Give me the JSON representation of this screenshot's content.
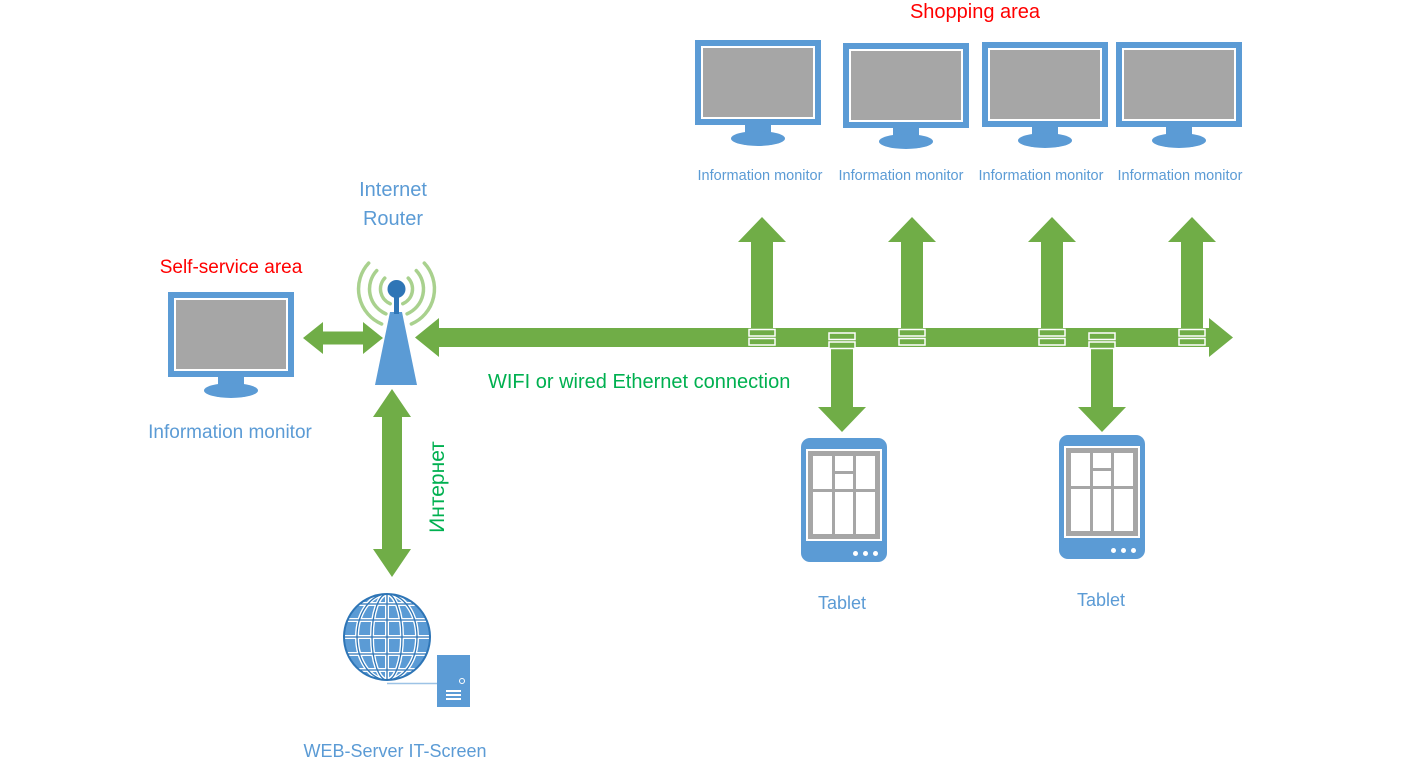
{
  "colors": {
    "device_blue": "#5B9BD5",
    "dark_blue": "#2E75B6",
    "arrow_green": "#70AD47",
    "signal_light_green": "#A9D18E",
    "label_green": "#00B050",
    "area_red": "#FF0000",
    "screen_gray": "#A6A6A6"
  },
  "shopping_area": {
    "title": "Shopping area",
    "monitors": [
      {
        "label": "Information monitor"
      },
      {
        "label": "Information monitor"
      },
      {
        "label": "Information monitor"
      },
      {
        "label": "Information monitor"
      }
    ]
  },
  "self_service_area": {
    "title": "Self-service area",
    "monitor_label": "Information monitor"
  },
  "router": {
    "label": "Internet Router"
  },
  "connections": {
    "ethernet_label": "WIFI or wired Ethernet connection",
    "internet_label": "Интернет"
  },
  "tablets": [
    {
      "label": "Tablet"
    },
    {
      "label": "Tablet"
    }
  ],
  "web_server": {
    "label": "WEB-Server IT-Screen"
  }
}
